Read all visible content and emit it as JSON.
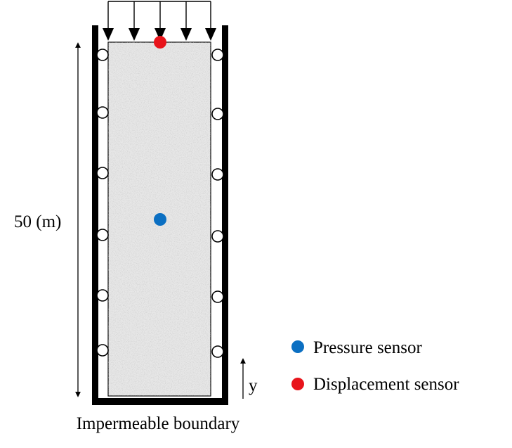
{
  "dimension": {
    "label": "50 (m)"
  },
  "boundary": {
    "bottom_label": "Impermeable boundary"
  },
  "axis": {
    "label": "y"
  },
  "legend": {
    "items": [
      {
        "label": "Pressure sensor",
        "color": "#0b6fc2"
      },
      {
        "label": "Displacement sensor",
        "color": "#e8141b"
      }
    ]
  },
  "sensors": {
    "pressure_color": "#0b6fc2",
    "displacement_color": "#e8141b"
  },
  "colors": {
    "soil_fill": "#e7e7e7",
    "wall": "#000000",
    "roller_fill": "#ffffff"
  }
}
